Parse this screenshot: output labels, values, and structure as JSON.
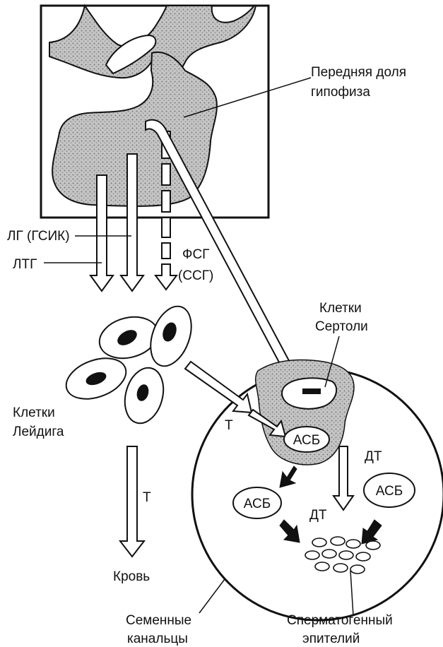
{
  "labels": {
    "anterior_pituitary_line1": "Передняя доля",
    "anterior_pituitary_line2": "гипофиза",
    "lh": "ЛГ (ГСИК)",
    "ltg": "ЛТГ",
    "fsh_line1": "ФСГ",
    "fsh_line2": "(ССГ)",
    "sertoli_line1": "Клетки",
    "sertoli_line2": "Сертоли",
    "leydig_line1": "Клетки",
    "leydig_line2": "Лейдига",
    "t_to_tubule": "Т",
    "t_to_blood": "Т",
    "blood": "Кровь",
    "abp_sertoli": "АСБ",
    "abp_left": "АСБ",
    "abp_right": "АСБ",
    "dt_upper": "ДТ",
    "dt_lower": "ДТ",
    "tubules_line1": "Семенные",
    "tubules_line2": "канальцы",
    "epithelium_line1": "Сперматогенный",
    "epithelium_line2": "эпителий"
  },
  "colors": {
    "outline": "#111111",
    "stipple_fill": "#bdbdbd",
    "background": "#ffffff"
  }
}
